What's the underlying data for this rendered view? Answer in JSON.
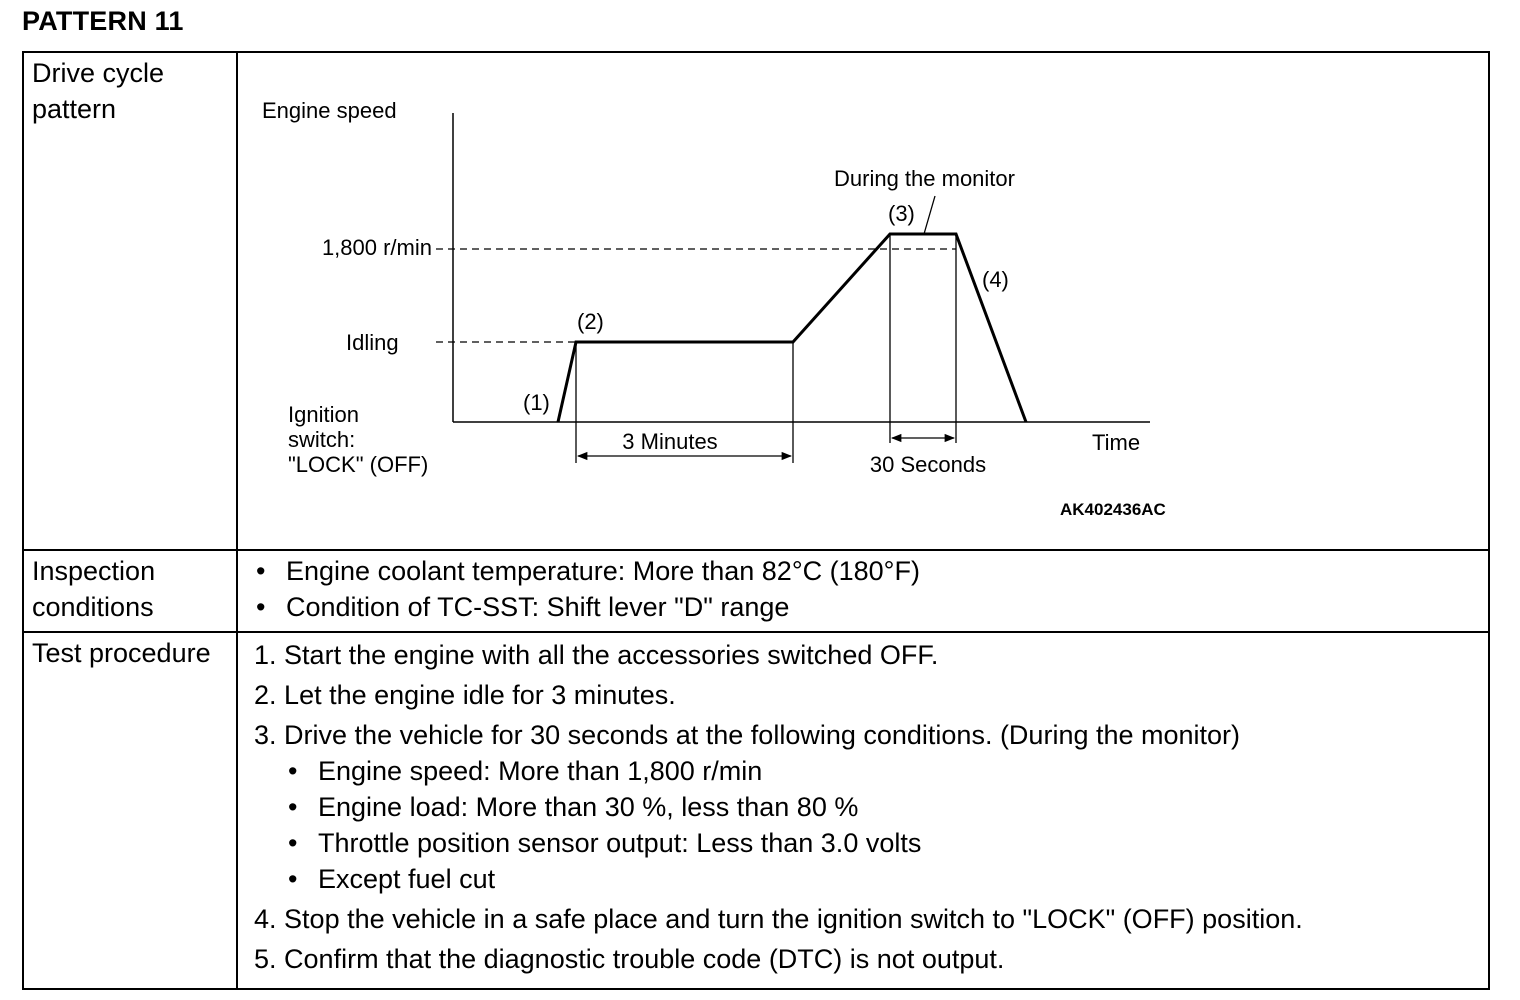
{
  "title": "PATTERN 11",
  "rows": {
    "drive_cycle": {
      "label": "Drive cycle pattern"
    },
    "inspection": {
      "label": "Inspection conditions",
      "items": [
        "Engine coolant temperature: More than 82°C (180°F)",
        "Condition of TC-SST: Shift lever \"D\" range"
      ]
    },
    "procedure": {
      "label": "Test procedure",
      "steps": [
        {
          "num": "1.",
          "text": "Start the engine with all the accessories switched OFF.",
          "sub": []
        },
        {
          "num": "2.",
          "text": "Let the engine idle for 3 minutes.",
          "sub": []
        },
        {
          "num": "3.",
          "text": "Drive the vehicle for 30 seconds at the following conditions. (During the monitor)",
          "sub": [
            "Engine speed: More than 1,800 r/min",
            "Engine load: More than 30 %, less than 80 %",
            "Throttle position sensor output: Less than 3.0 volts",
            "Except fuel cut"
          ]
        },
        {
          "num": "4.",
          "text": "Stop the vehicle in a safe place and turn the ignition switch to \"LOCK\" (OFF) position.",
          "sub": []
        },
        {
          "num": "5.",
          "text": "Confirm that the diagnostic trouble code (DTC) is not output.",
          "sub": []
        }
      ]
    }
  },
  "diagram": {
    "y_axis_label": "Engine speed",
    "x_axis_label": "Time",
    "level_high": "1,800 r/min",
    "level_idle": "Idling",
    "ignition_label": [
      "Ignition",
      "switch:",
      "\"LOCK\" (OFF)"
    ],
    "phase_labels": [
      "(1)",
      "(2)",
      "(3)",
      "(4)"
    ],
    "monitor_label": "During the monitor",
    "duration_idle": "3 Minutes",
    "duration_monitor": "30 Seconds",
    "figure_code": "AK402436AC"
  }
}
